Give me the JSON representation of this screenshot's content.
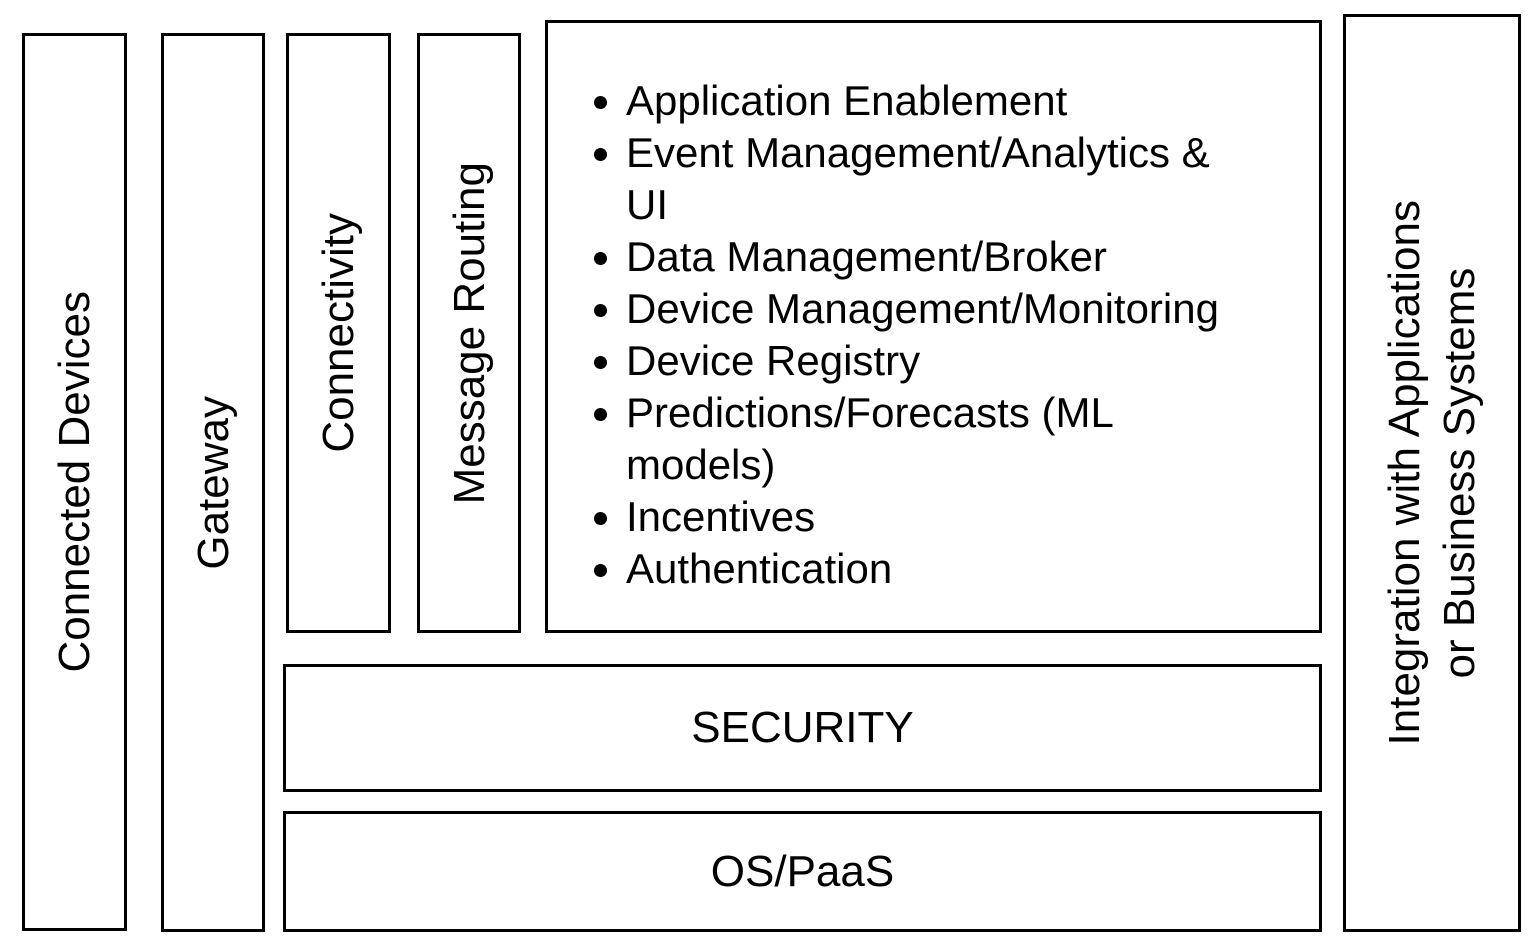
{
  "boxes": {
    "connected_devices": {
      "label": "Connected Devices"
    },
    "gateway": {
      "label": "Gateway"
    },
    "connectivity": {
      "label": "Connectivity"
    },
    "message_routing": {
      "label": "Message Routing"
    },
    "platform": {
      "items": [
        "Application Enablement",
        "Event Management/Analytics & UI",
        "Data Management/Broker",
        "Device Management/Monitoring",
        "Device Registry",
        "Predictions/Forecasts (ML models)",
        "Incentives",
        "Authentication"
      ]
    },
    "security": {
      "label": "SECURITY"
    },
    "os_paas": {
      "label": "OS/PaaS"
    },
    "integration": {
      "label": "Integration with Applications or Business Systems",
      "label_lines": [
        "Integration with Applications",
        "or Business Systems"
      ]
    }
  },
  "colors": {
    "border": "#000000",
    "background": "#ffffff",
    "text": "#000000"
  }
}
